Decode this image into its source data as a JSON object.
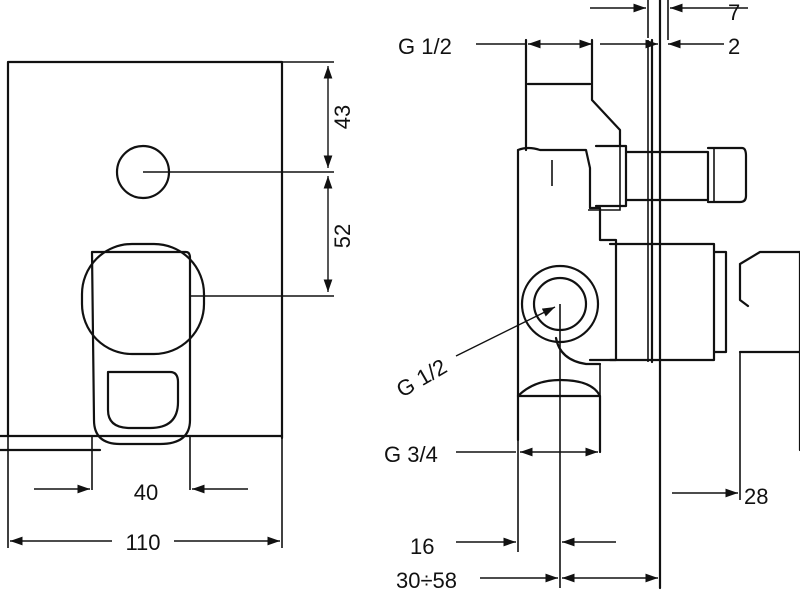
{
  "front_view": {
    "dim_width": "110",
    "dim_handle_width": "40",
    "dim_top_to_outlet": "43",
    "dim_outlet_to_handle": "52"
  },
  "side_view": {
    "thread_top": "G 1/2",
    "thread_side": "G 1/2",
    "thread_bottom": "G 3/4",
    "dim_plate_7": "7",
    "dim_plate_2": "2",
    "dim_28": "28",
    "dim_16": "16",
    "dim_depth_range": "30÷58"
  }
}
